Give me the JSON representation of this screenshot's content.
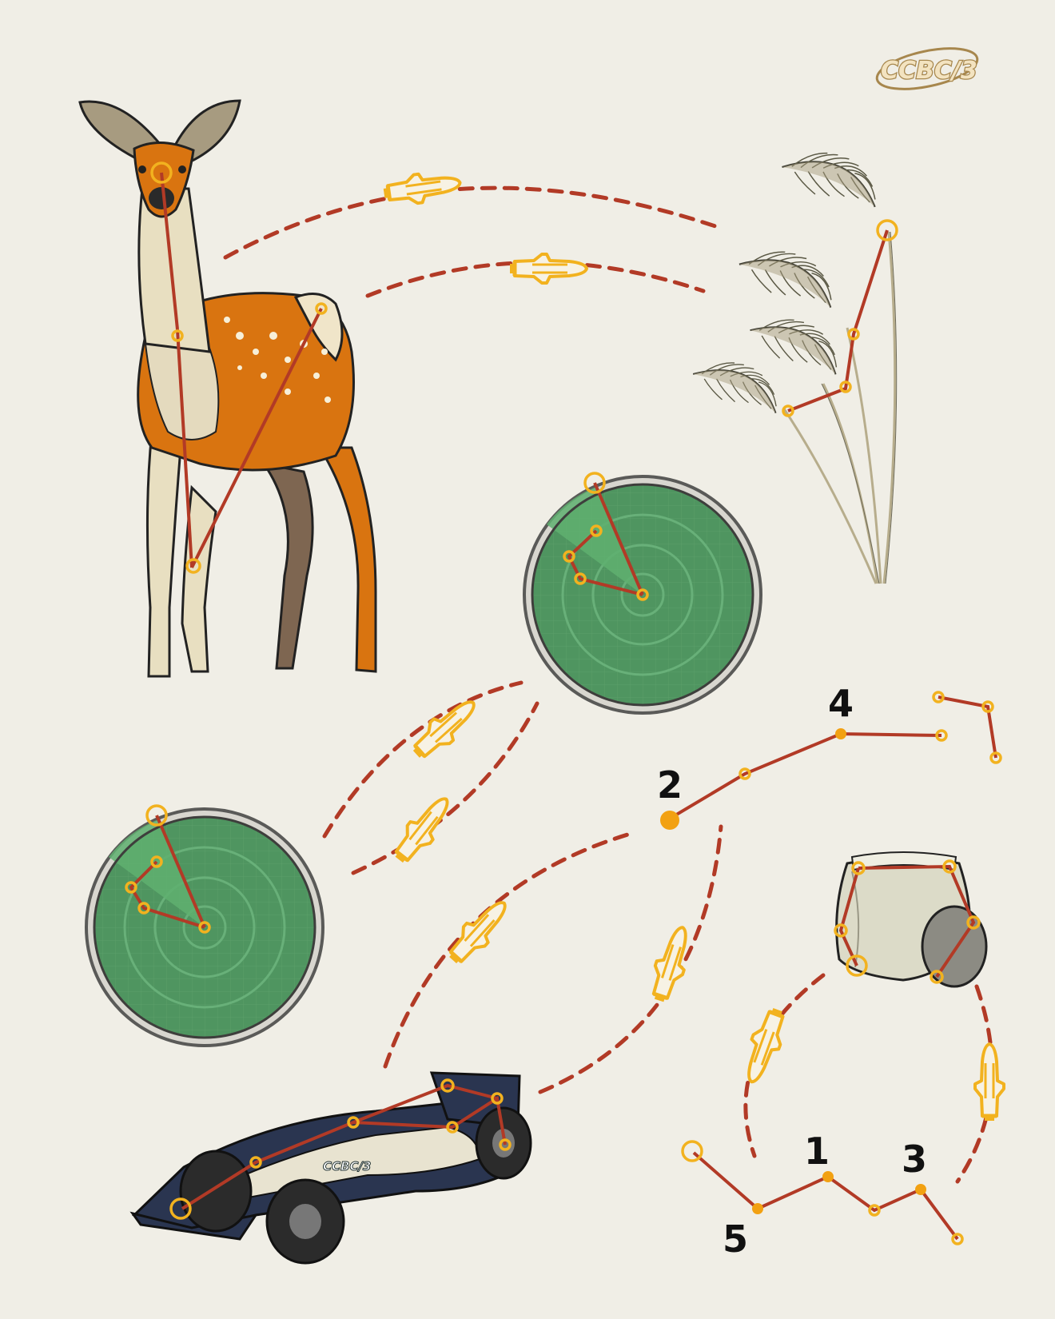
{
  "logo": {
    "text": "CCBC/3"
  },
  "markers": {
    "one": "1",
    "two": "2",
    "three": "3",
    "four": "4",
    "five": "5"
  },
  "car": {
    "livery_text": "CCBC/3"
  },
  "colors": {
    "background": "#f0eee6",
    "path": "#b23a26",
    "ring": "#f2b21f",
    "radar_green": "#4f9560",
    "deer_orange": "#d97410"
  },
  "icons": [
    "space-shuttle-icon",
    "radar-icon",
    "deer-icon",
    "pampas-grass-icon",
    "diaper-icon",
    "race-car-icon"
  ]
}
